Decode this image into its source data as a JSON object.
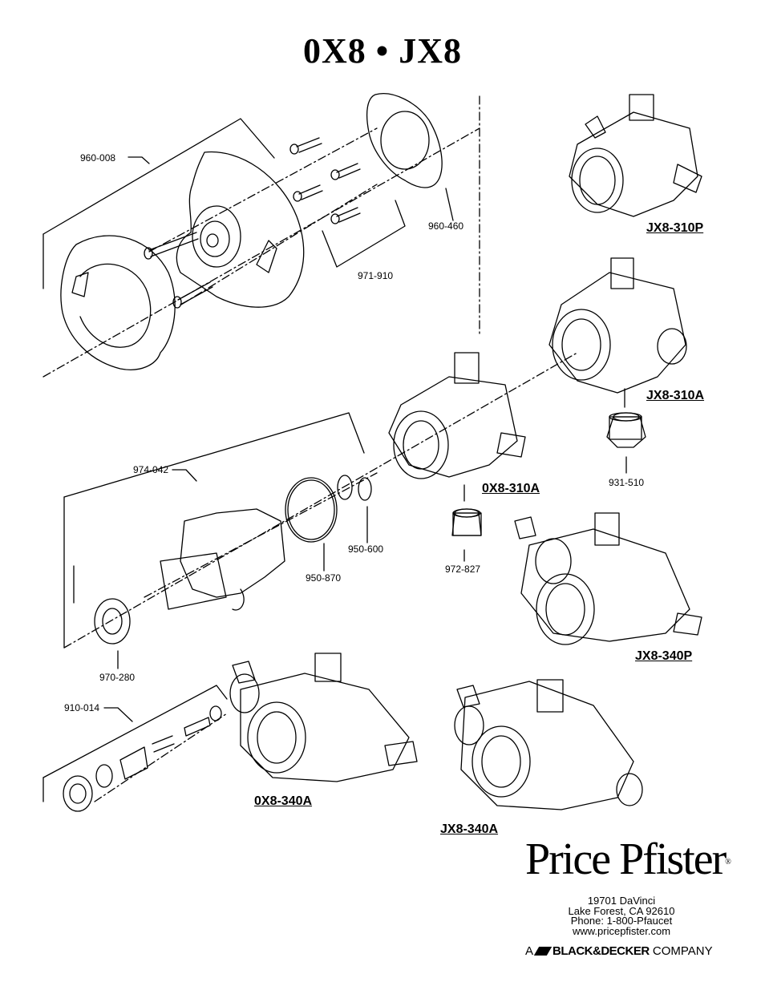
{
  "title": "0X8 • JX8",
  "part_numbers": {
    "p960_008": "960-008",
    "p960_460": "960-460",
    "p971_910": "971-910",
    "p974_042": "974-042",
    "p950_600": "950-600",
    "p950_870": "950-870",
    "p970_280": "970-280",
    "p910_014": "910-014",
    "p931_510": "931-510",
    "p972_827": "972-827"
  },
  "models": {
    "jx8_310p": "JX8-310P",
    "jx8_310a": "JX8-310A",
    "ox8_310a": "0X8-310A",
    "jx8_340p": "JX8-340P",
    "ox8_340a": "0X8-340A",
    "jx8_340a": "JX8-340A"
  },
  "brand": {
    "logo_text": "Price Pfister",
    "registered": "®",
    "address_line1": "19701 DaVinci",
    "address_line2": "Lake Forest, CA 92610",
    "phone": "Phone: 1-800-Pfaucet",
    "website": "www.pricepfister.com",
    "company_prefix": "A",
    "company_brand": "BLACK&DECKER",
    "company_suffix": "COMPANY"
  }
}
